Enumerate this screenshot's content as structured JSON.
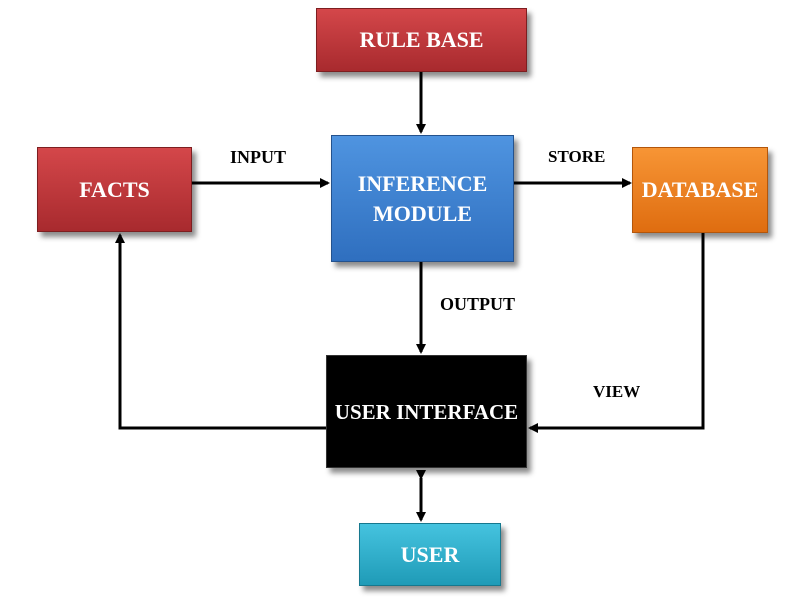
{
  "nodes": {
    "rule_base": {
      "label": "RULE BASE",
      "color": "#c0393b"
    },
    "facts": {
      "label": "FACTS",
      "color": "#c0393b"
    },
    "inference": {
      "label": "INFERENCE\nMODULE",
      "color": "#3a7fd0"
    },
    "database": {
      "label": "DATABASE",
      "color": "#ee7d1f"
    },
    "user_interface": {
      "label": "USER INTERFACE",
      "color": "#000000"
    },
    "user": {
      "label": "USER",
      "color": "#2eb0cc"
    }
  },
  "edges": {
    "input": "INPUT",
    "store": "STORE",
    "output": "OUTPUT",
    "view": "VIEW"
  },
  "connections": [
    {
      "from": "RULE BASE",
      "to": "INFERENCE MODULE"
    },
    {
      "from": "FACTS",
      "to": "INFERENCE MODULE",
      "label": "INPUT"
    },
    {
      "from": "INFERENCE MODULE",
      "to": "DATABASE",
      "label": "STORE"
    },
    {
      "from": "INFERENCE MODULE",
      "to": "USER INTERFACE",
      "label": "OUTPUT"
    },
    {
      "from": "DATABASE",
      "to": "USER INTERFACE",
      "label": "VIEW"
    },
    {
      "from": "USER INTERFACE",
      "to": "FACTS"
    },
    {
      "from": "USER INTERFACE",
      "to": "USER",
      "bidirectional": true
    }
  ]
}
